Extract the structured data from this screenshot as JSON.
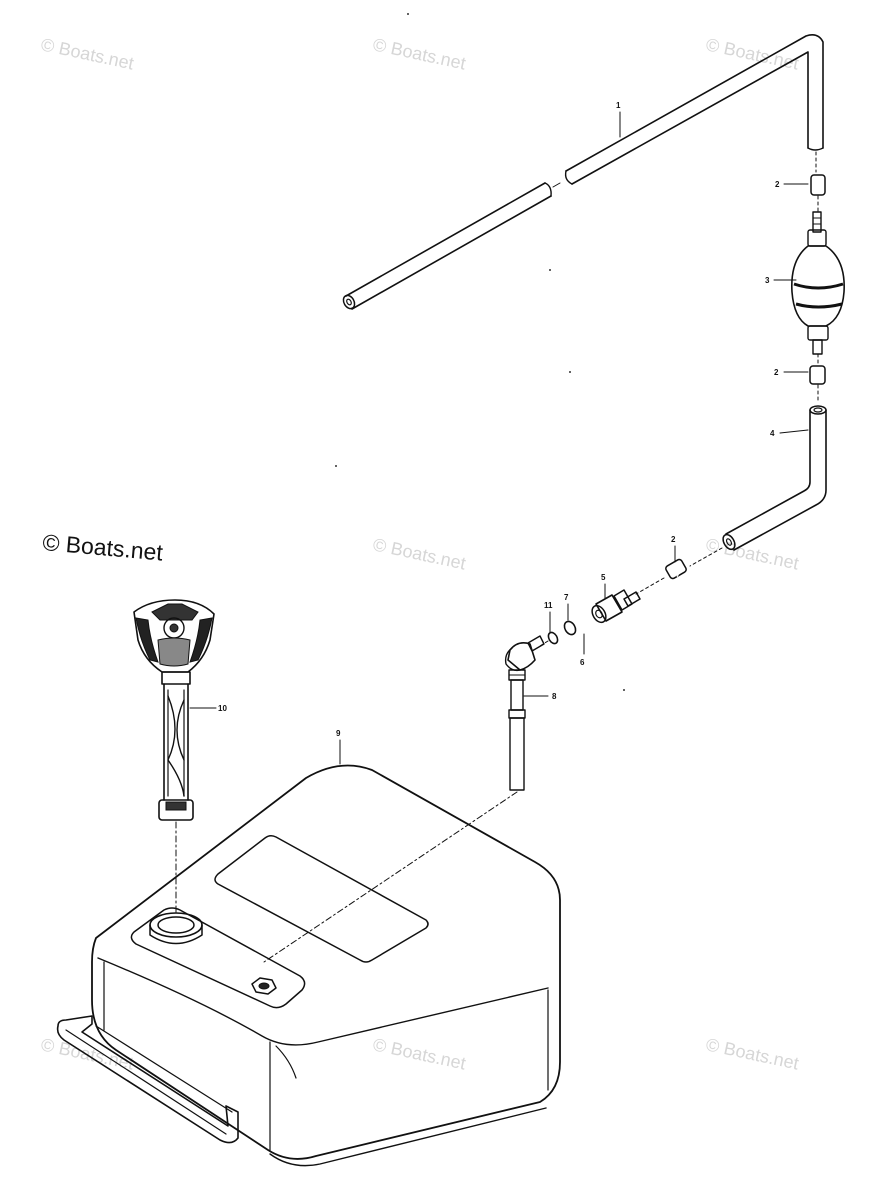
{
  "credit": {
    "text": "© Boats.net"
  },
  "watermark": {
    "text": "© Boats.net"
  },
  "callouts": {
    "c1": "1",
    "c2a": "2",
    "c3": "3",
    "c2b": "2",
    "c4": "4",
    "c2c": "2",
    "c5": "5",
    "c7": "7",
    "c11": "11",
    "c6": "6",
    "c8": "8",
    "c9": "9",
    "c10": "10"
  }
}
